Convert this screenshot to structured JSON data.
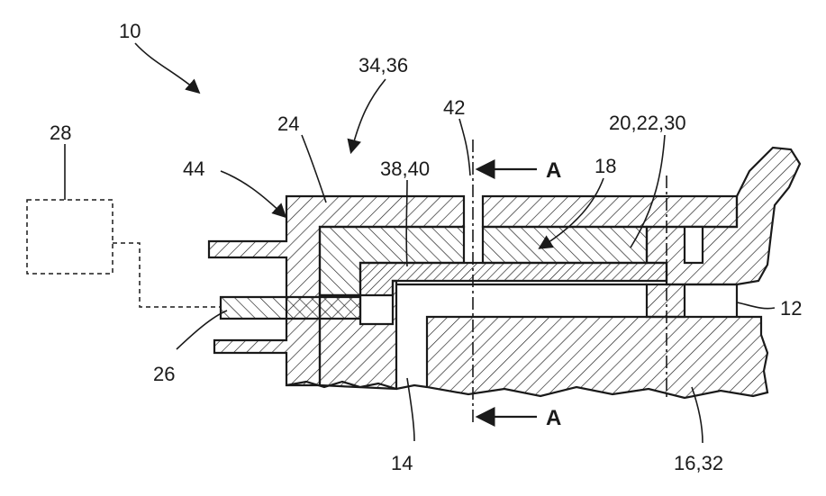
{
  "labels": {
    "ref_10": "10",
    "ref_34_36": "34,36",
    "ref_28": "28",
    "ref_24": "24",
    "ref_42": "42",
    "ref_20_22_30": "20,22,30",
    "ref_44": "44",
    "ref_38_40": "38,40",
    "ref_18": "18",
    "ref_12": "12",
    "ref_26": "26",
    "ref_14": "14",
    "ref_16_32": "16,32",
    "section_top": "A",
    "section_bottom": "A"
  }
}
